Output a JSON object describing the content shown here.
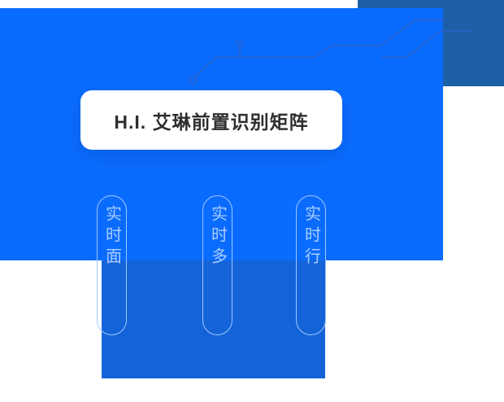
{
  "colors": {
    "primary_blue": "#0a6cff",
    "dark_blue": "#1d5fa6",
    "deep_blue": "#1563d9",
    "circuit_line": "#2b63c9",
    "pill_border": "#9ec7ff",
    "pill_text": "#aacdff",
    "card_text": "#2e2e2e"
  },
  "card": {
    "title": "H.I. 艾琳前置识别矩阵"
  },
  "pills": [
    {
      "label": "实时面"
    },
    {
      "label": "实时多"
    },
    {
      "label": "实时行"
    }
  ]
}
